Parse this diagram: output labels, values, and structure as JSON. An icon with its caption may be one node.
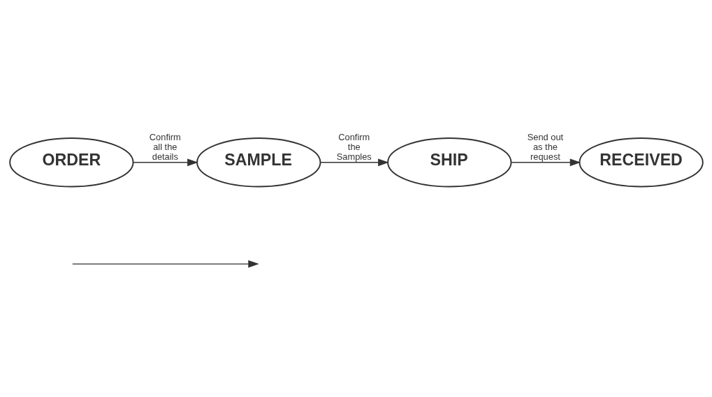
{
  "diagram": {
    "nodes": [
      {
        "text": [
          "ORDER"
        ]
      },
      {
        "text": [
          "SAMPLE"
        ]
      },
      {
        "text": [
          "SHIP"
        ]
      },
      {
        "text": [
          "RECEIVED"
        ]
      }
    ],
    "edges": [
      {
        "from": 0,
        "to": 1,
        "arrow": "to",
        "label": "Confirm all the details"
      },
      {
        "from": 1,
        "to": 2,
        "arrow": "to",
        "label": "Confirm the Samples"
      },
      {
        "from": 2,
        "to": 3,
        "arrow": "to",
        "label": "Send out as the request"
      }
    ]
  }
}
